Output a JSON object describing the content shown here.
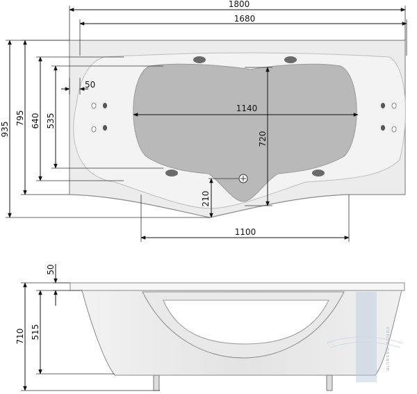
{
  "colors": {
    "shell": "#ececec",
    "basin": "#b9b9b9",
    "rim": "#f6f6f6",
    "jet": "#6a6a6a",
    "line": "#111111",
    "watermark": "#b8c8dc"
  },
  "plan_view": {
    "dim_overall_length": "1800",
    "dim_inner_length": "1680",
    "dim_basin_width": "1140",
    "dim_front_width": "1100",
    "dim_overall_depth": "935",
    "dim_rim_depth": "795",
    "dim_inner_depth": "640",
    "dim_basin_depth": "535",
    "dim_basin_length": "720",
    "dim_front_bulge": "210",
    "dim_rim_offset": "50"
  },
  "side_view": {
    "dim_overall_height": "710",
    "dim_basin_height": "515",
    "dim_rim_thickness": "50"
  },
  "watermark": {
    "text": "vannu pasaule"
  }
}
